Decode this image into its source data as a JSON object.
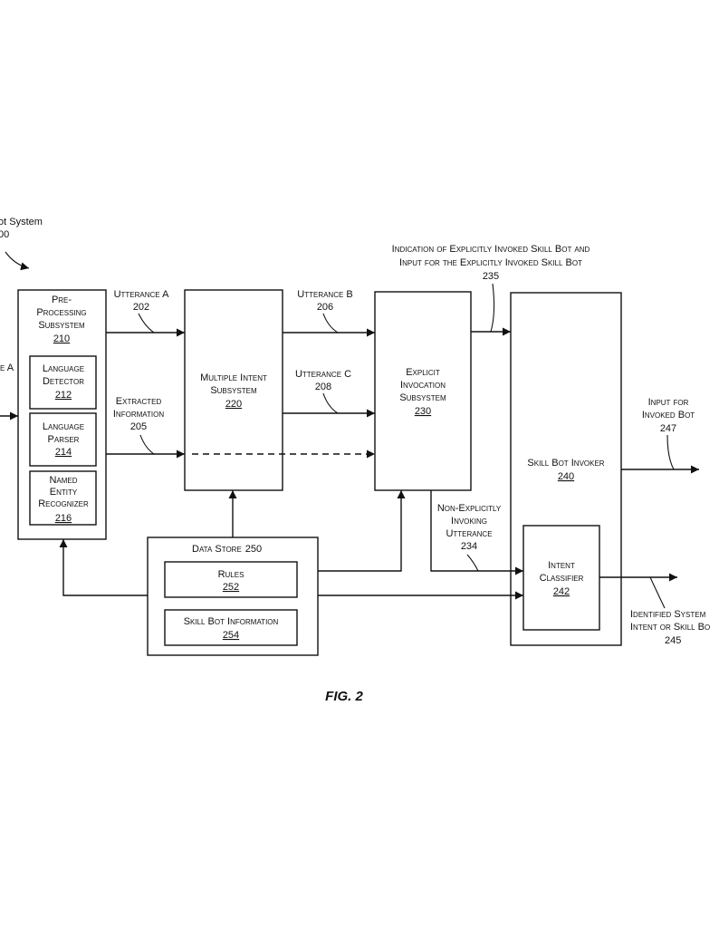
{
  "system_label": [
    "ot System",
    "00"
  ],
  "utterance_a_stub": "e A",
  "preprocessing": {
    "title": [
      "Pre-",
      "Processing",
      "Subsystem"
    ],
    "number": "210",
    "language_detector": {
      "title": [
        "Language",
        "Detector"
      ],
      "number": "212"
    },
    "language_parser": {
      "title": [
        "Language",
        "Parser"
      ],
      "number": "214"
    },
    "named_entity_recognizer": {
      "title": [
        "Named",
        "Entity",
        "Recognizer"
      ],
      "number": "216"
    }
  },
  "multiple_intent": {
    "title": [
      "Multiple Intent",
      "Subsystem"
    ],
    "number": "220"
  },
  "explicit_invocation": {
    "title": [
      "Explicit",
      "Invocation",
      "Subsystem"
    ],
    "number": "230"
  },
  "skill_bot_invoker": {
    "title": "Skill Bot Invoker",
    "number": "240"
  },
  "intent_classifier": {
    "title": [
      "Intent",
      "Classifier"
    ],
    "number": "242"
  },
  "data_store": {
    "title": "Data Store",
    "number": "250",
    "rules": {
      "title": "Rules",
      "number": "252"
    },
    "skill_bot_information": {
      "title": "Skill Bot Information",
      "number": "254"
    }
  },
  "labels": {
    "utterance_a": [
      "Utterance A",
      "202"
    ],
    "extracted_information": [
      "Extracted",
      "Information",
      "205"
    ],
    "utterance_b": [
      "Utterance B",
      "206"
    ],
    "utterance_c": [
      "Utterance C",
      "208"
    ],
    "explicit_indication": [
      "Indication of Explicitly Invoked Skill Bot and",
      "Input for the Explicitly Invoked Skill Bot",
      "235"
    ],
    "non_explicit": [
      "Non-Explicitly",
      "Invoking",
      "Utterance",
      "234"
    ],
    "input_for_invoked_bot": [
      "Input for",
      "Invoked Bot",
      "247"
    ],
    "identified_system_intent": [
      "Identified System",
      "Intent or Skill Bo",
      "245"
    ]
  },
  "figure_caption": "FIG. 2"
}
